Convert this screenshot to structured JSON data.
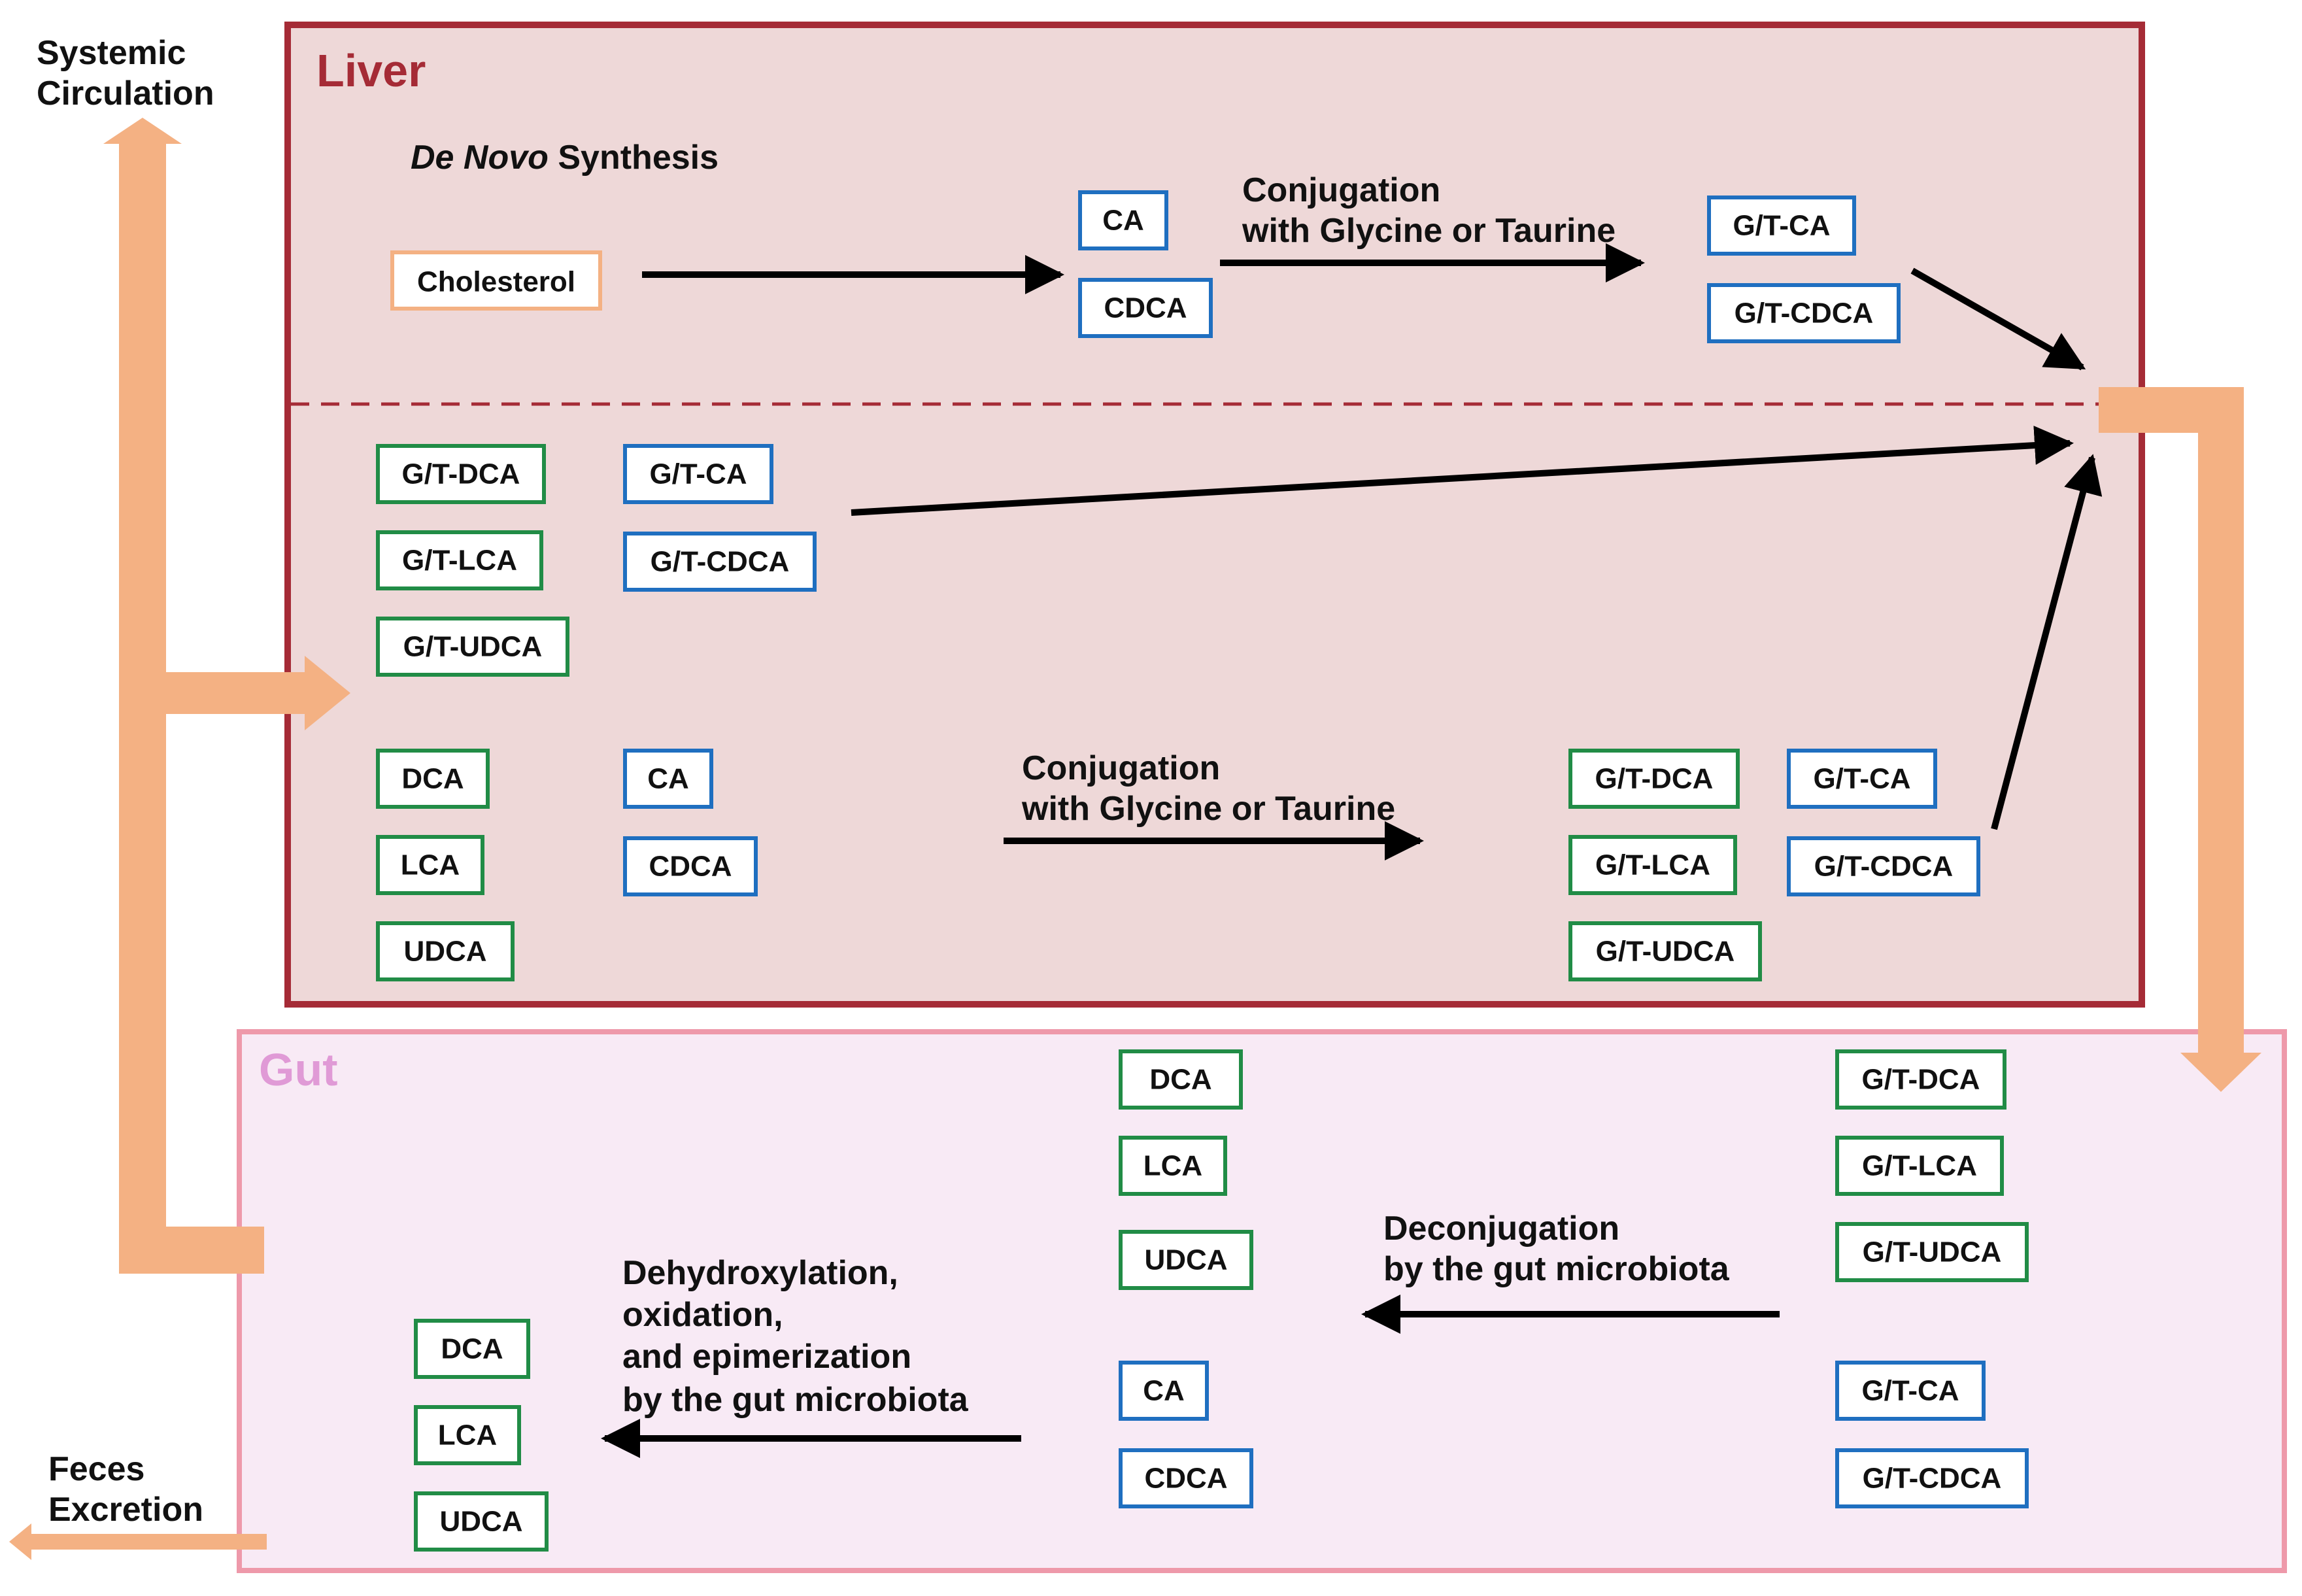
{
  "regions": {
    "liver": {
      "title": "Liver",
      "title_color": "#a52b36",
      "border": "#a52b36",
      "fill": "#eed8d8"
    },
    "gut": {
      "title": "Gut",
      "title_color": "#e09ad6",
      "border": "#ee99aa",
      "fill": "#f8eaf5"
    }
  },
  "colors": {
    "primary_box": "#1f6fc0",
    "secondary_box": "#218c46",
    "cholesterol_box": "#f4b183",
    "flow_arrow": "#f4b183",
    "arrow": "#000000"
  },
  "labels": {
    "systemic_circulation": [
      "Systemic",
      "Circulation"
    ],
    "feces_excretion": [
      "Feces",
      "Excretion"
    ],
    "de_novo_italic": "De Novo",
    "de_novo_rest": " Synthesis",
    "conjugation_top": [
      "Conjugation",
      "with Glycine or Taurine"
    ],
    "conjugation_bottom": [
      "Conjugation",
      "with Glycine or Taurine"
    ],
    "deconjugation": [
      "Deconjugation",
      "by the gut microbiota"
    ],
    "dehydroxylation": [
      "Dehydroxylation,",
      "oxidation,",
      "and epimerization",
      "by the gut microbiota"
    ]
  },
  "boxes": {
    "cholesterol": "Cholesterol",
    "liver_synth_primary": [
      "CA",
      "CDCA"
    ],
    "liver_synth_conjugated": [
      "G/T-CA",
      "G/T-CDCA"
    ],
    "liver_returned_secondary_conjugated": [
      "G/T-DCA",
      "G/T-LCA",
      "G/T-UDCA"
    ],
    "liver_returned_primary_conjugated": [
      "G/T-CA",
      "G/T-CDCA"
    ],
    "liver_returned_secondary": [
      "DCA",
      "LCA",
      "UDCA"
    ],
    "liver_returned_primary": [
      "CA",
      "CDCA"
    ],
    "liver_reconjugated_secondary": [
      "G/T-DCA",
      "G/T-LCA",
      "G/T-UDCA"
    ],
    "liver_reconjugated_primary": [
      "G/T-CA",
      "G/T-CDCA"
    ],
    "gut_conjugated_secondary": [
      "G/T-DCA",
      "G/T-LCA",
      "G/T-UDCA"
    ],
    "gut_conjugated_primary": [
      "G/T-CA",
      "G/T-CDCA"
    ],
    "gut_deconjugated_secondary": [
      "DCA",
      "LCA",
      "UDCA"
    ],
    "gut_deconjugated_primary": [
      "CA",
      "CDCA"
    ],
    "gut_excreted_secondary": [
      "DCA",
      "LCA",
      "UDCA"
    ]
  }
}
